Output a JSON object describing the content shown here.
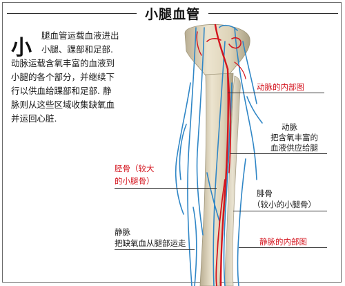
{
  "title": "小腿血管",
  "intro": {
    "big_char": "小",
    "line1": "腿血管运载血液进出",
    "line2": "小腿、踝部和足部.",
    "line3": "动脉运载含氧丰富的血液到",
    "line4": "小腿的各个部分，并继续下",
    "line5": "行以供血给踝部和足部. 静",
    "line6": "脉则从这些区域收集缺氧血",
    "line7": "并运回心脏."
  },
  "labels": {
    "artery_inner": "动脉的内部图",
    "artery_title": "动脉",
    "artery_desc1": "把含氧丰富的",
    "artery_desc2": "血液供应给腿",
    "tibia_line1": "胫骨（较大",
    "tibia_line2": "的小腿骨）",
    "fibula_title": "腓骨",
    "fibula_desc": "（较小的小腿骨）",
    "vein_title": "静脉",
    "vein_desc": "把缺氧血从腿部运走",
    "vein_inner": "静脉的内部图"
  },
  "colors": {
    "artery": "#d4141e",
    "vein": "#2f86c6",
    "bone": "#e2d8bf",
    "text_red": "#d4141e"
  }
}
